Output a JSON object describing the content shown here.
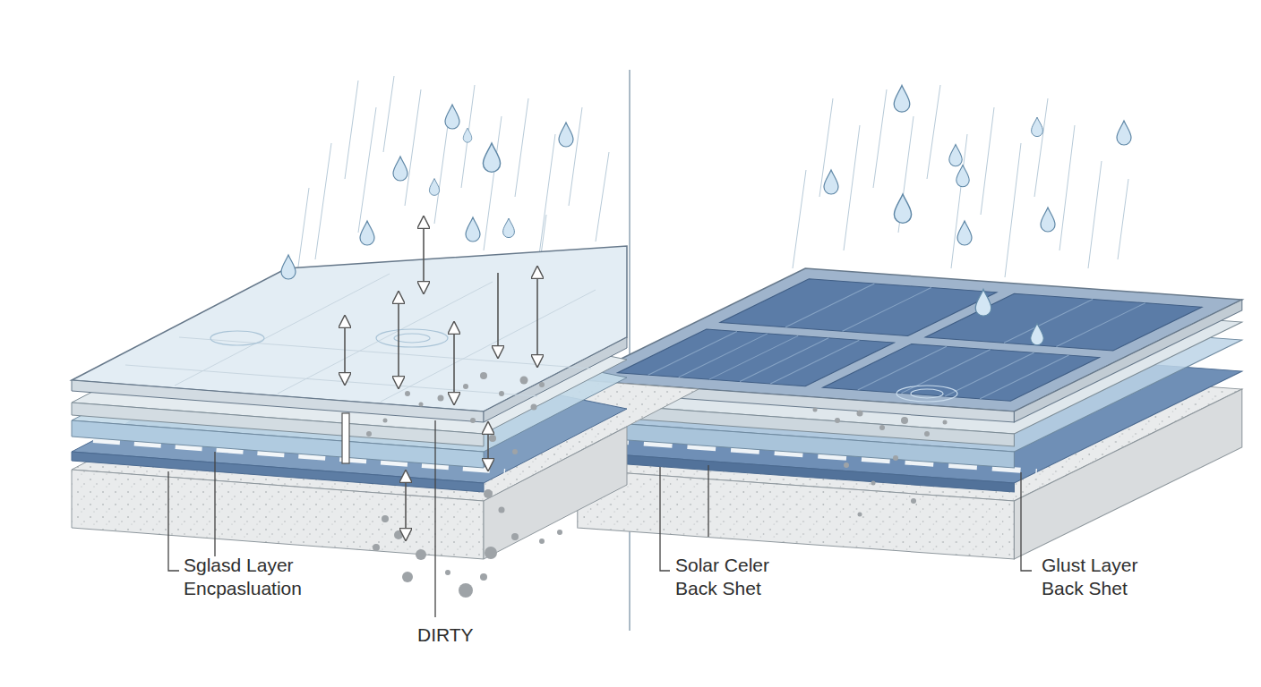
{
  "diagram": {
    "labels": [
      "Sglasd Layer Encpasluation",
      "DIRTY",
      "Solar Celer Back Shet",
      "Glust Layer Back Shet"
    ]
  }
}
